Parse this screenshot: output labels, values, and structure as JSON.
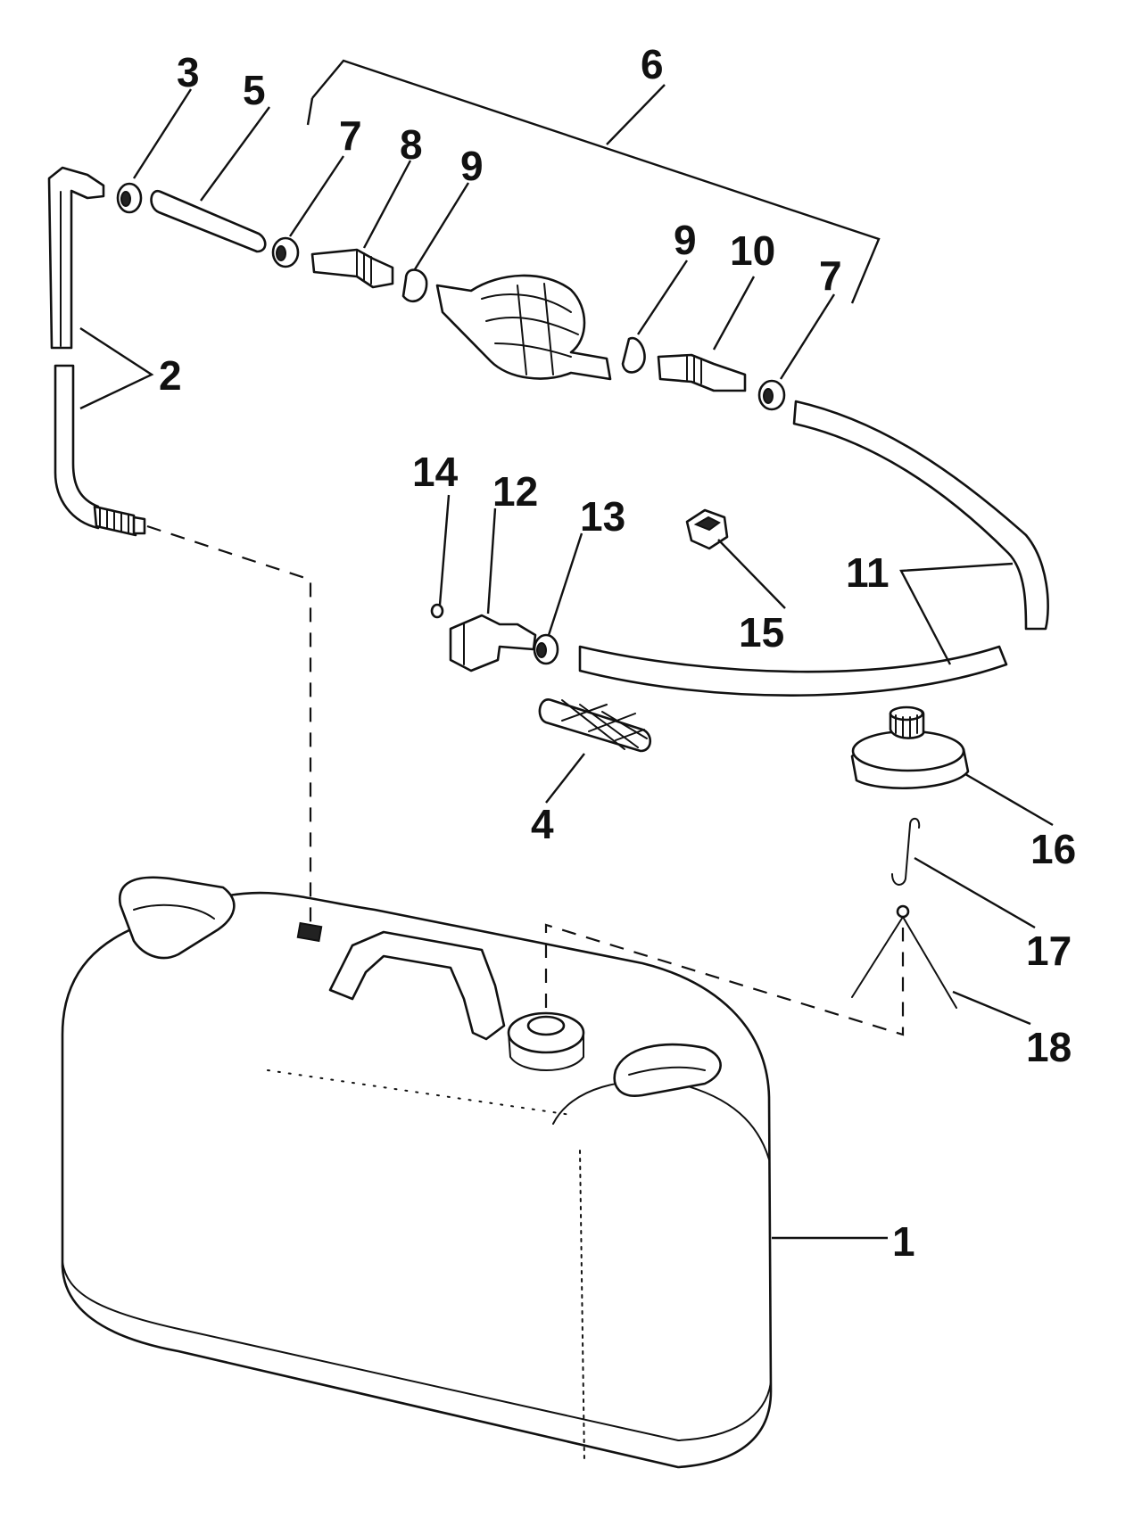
{
  "callouts": {
    "c1": "1",
    "c2": "2",
    "c3": "3",
    "c4": "4",
    "c5": "5",
    "c6": "6",
    "c7a": "7",
    "c7b": "7",
    "c8": "8",
    "c9a": "9",
    "c9b": "9",
    "c10": "10",
    "c11": "11",
    "c12": "12",
    "c13": "13",
    "c14": "14",
    "c15": "15",
    "c16": "16",
    "c17": "17",
    "c18": "18"
  },
  "colors": {
    "ink": "#111111",
    "background": "#ffffff"
  }
}
